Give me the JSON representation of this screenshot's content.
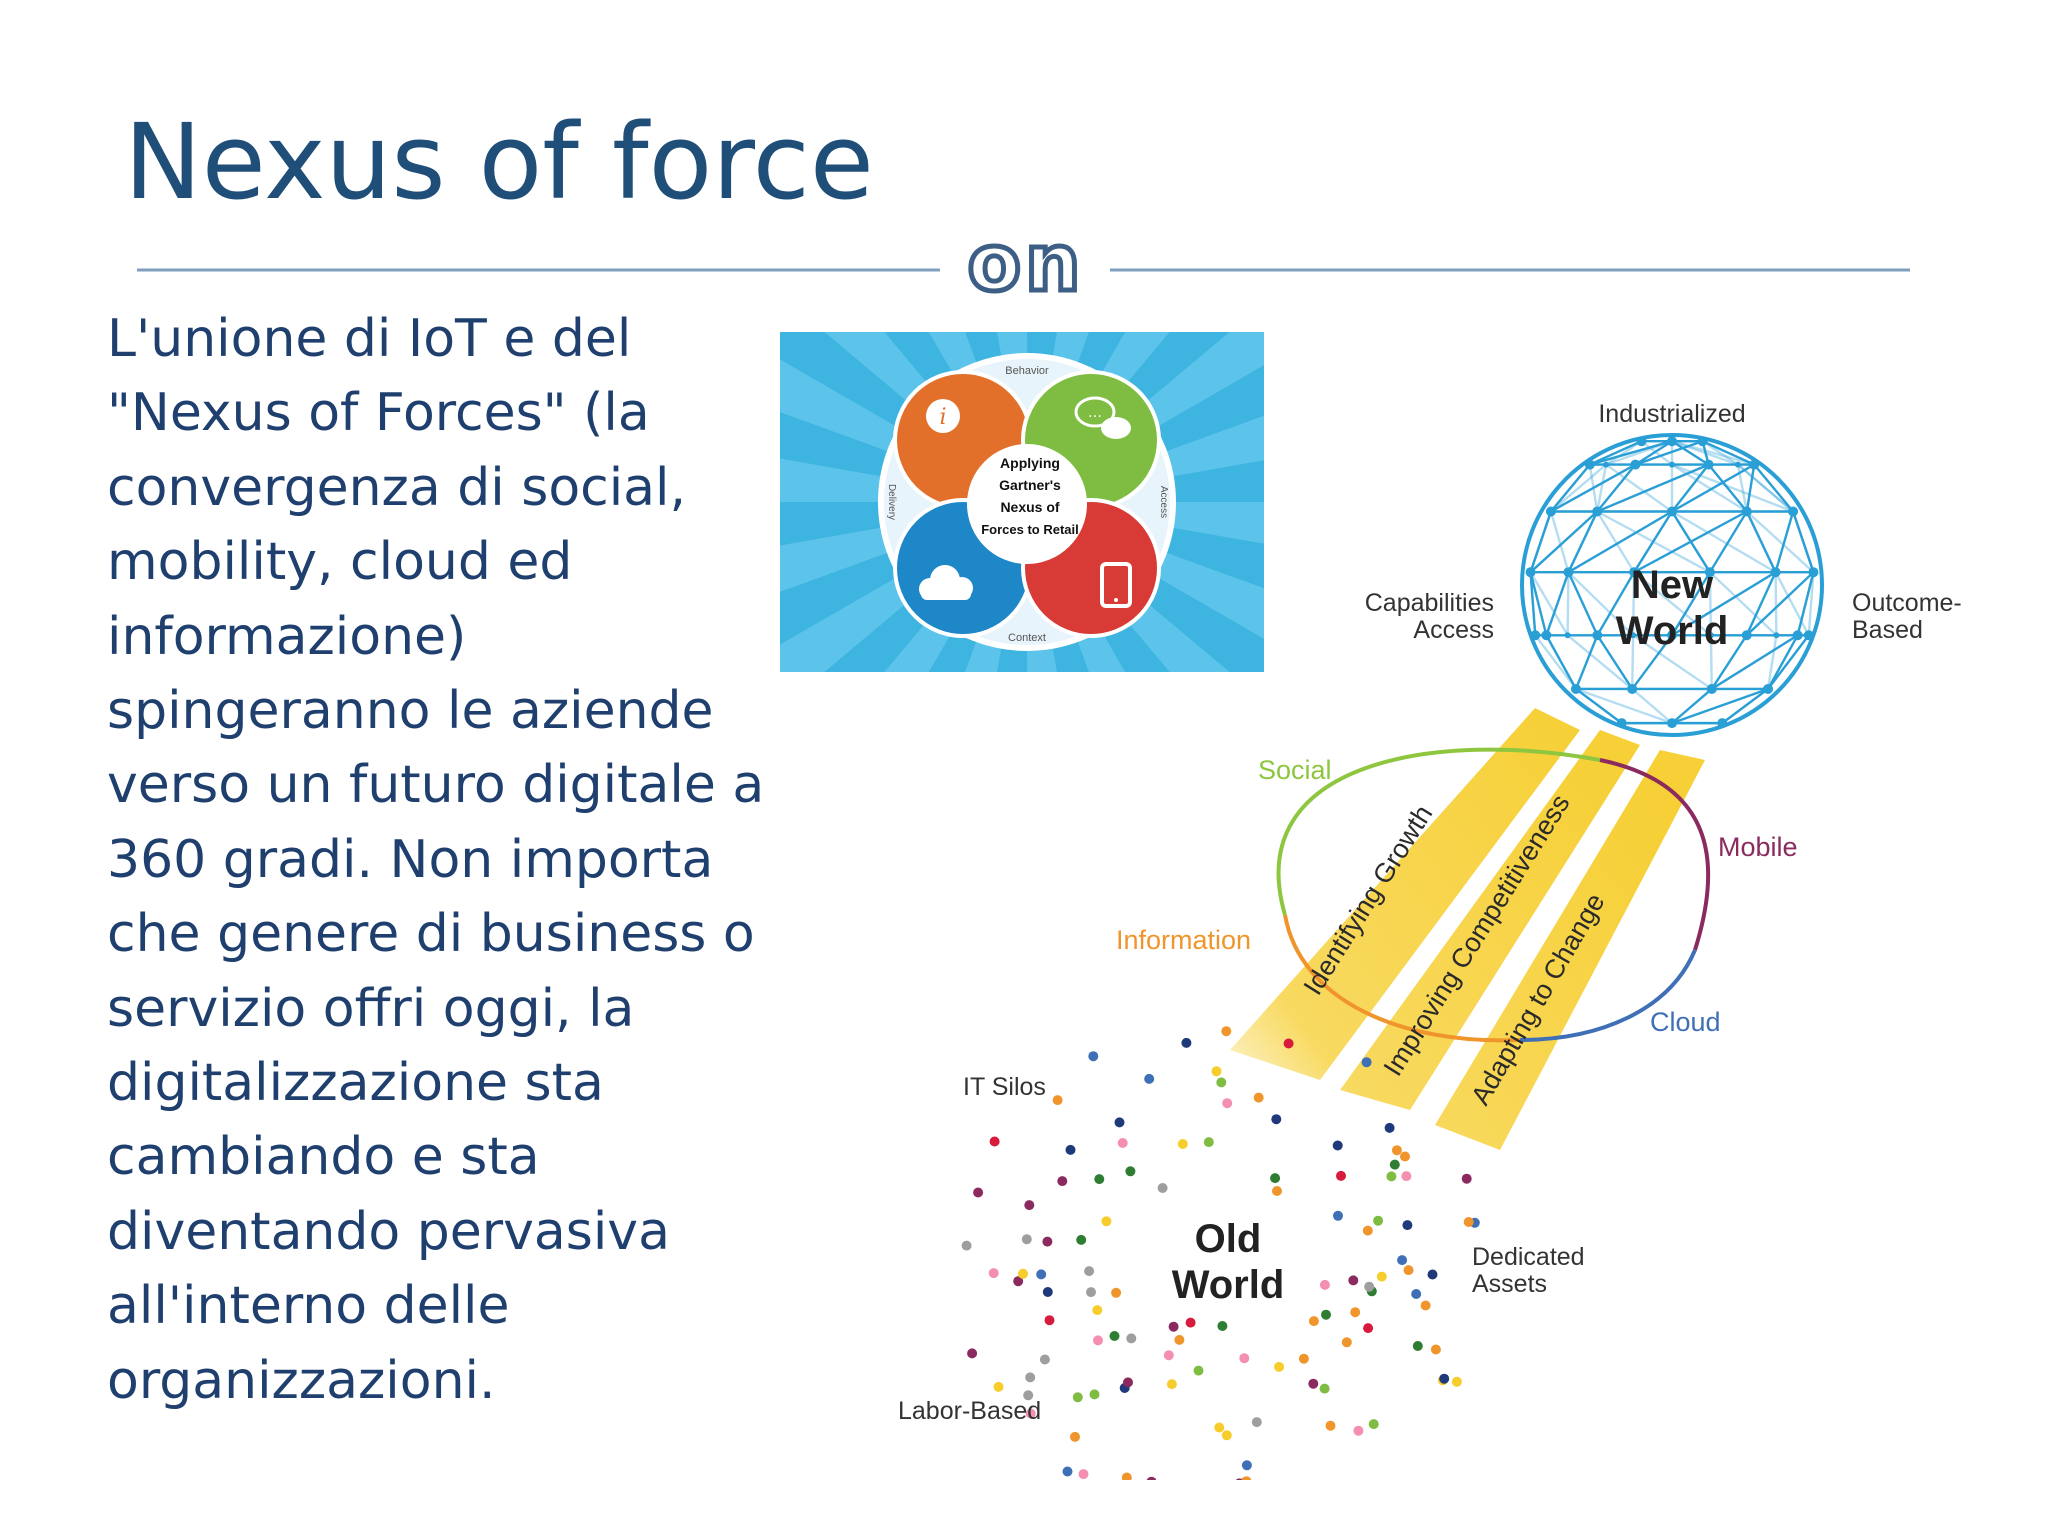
{
  "slide": {
    "title": "Nexus of force",
    "logo_text": "on",
    "body_lines": [
      "L'unione di IoT e del",
      "\"Nexus of Forces\" (la",
      "convergenza di social,",
      "mobility, cloud ed",
      "informazione)",
      "spingeranno le aziende",
      "verso un futuro digitale a",
      "360 gradi. Non importa",
      "che genere di business o",
      "servizio offri oggi, la",
      "digitalizzazione sta",
      "cambiando e sta",
      "diventando pervasiva",
      "all'interno delle",
      "organizzazioni."
    ]
  },
  "gartner_diagram": {
    "outer_labels": {
      "top": "Behavior",
      "right": "Access",
      "bottom": "Context",
      "left": "Delivery"
    },
    "petal_labels": {
      "information": "INFORMATION",
      "social": "SOCIAL",
      "cloud": "CLOUD",
      "mobile": "MOBILE"
    },
    "center_lines": [
      "Applying",
      "Gartner's",
      "Nexus of",
      "Forces to Retail"
    ],
    "colors": {
      "background": "#3eb4e0",
      "information": "#e2702a",
      "social": "#7fbd42",
      "cloud": "#1d87c8",
      "mobile": "#d83a35"
    }
  },
  "world_diagram": {
    "new_world": [
      "New",
      "World"
    ],
    "old_world": [
      "Old",
      "World"
    ],
    "labels": {
      "industrialized": "Industrialized",
      "capabilities": [
        "Capabilities",
        "Access"
      ],
      "outcome": [
        "Outcome-",
        "Based"
      ],
      "it_silos": "IT Silos",
      "dedicated": [
        "Dedicated",
        "Assets"
      ],
      "labor": "Labor-Based"
    },
    "ring_labels": {
      "social": "Social",
      "information": "Information",
      "mobile": "Mobile",
      "cloud": "Cloud"
    },
    "beams": [
      "Identifying Growth",
      "Improving Competitiveness",
      "Adapting to Change"
    ],
    "colors": {
      "social": "#8ec63f",
      "information": "#f0952c",
      "mobile": "#8b2a5e",
      "cloud": "#3f6fb6",
      "beam": "#f6cd2b",
      "sphere": "#2a9fd6"
    }
  }
}
